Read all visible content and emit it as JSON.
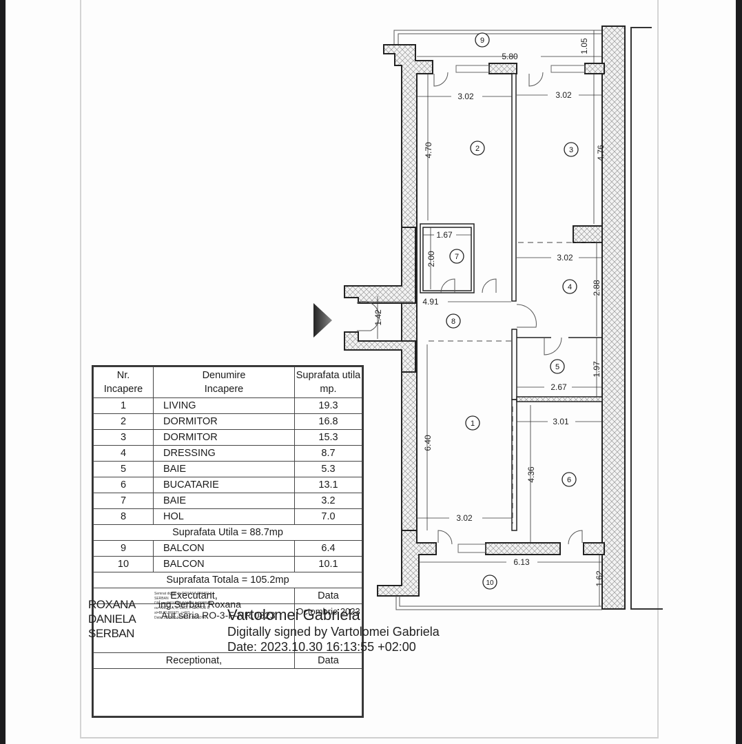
{
  "plan": {
    "rooms": [
      {
        "nr": "1",
        "label": "1"
      },
      {
        "nr": "2",
        "label": "2"
      },
      {
        "nr": "3",
        "label": "3"
      },
      {
        "nr": "4",
        "label": "4"
      },
      {
        "nr": "5",
        "label": "5"
      },
      {
        "nr": "6",
        "label": "6"
      },
      {
        "nr": "7",
        "label": "7"
      },
      {
        "nr": "8",
        "label": "8"
      },
      {
        "nr": "9",
        "label": "9"
      },
      {
        "nr": "10",
        "label": "10"
      }
    ],
    "dimensions": {
      "balcony9_width": "5.80",
      "balcony9_depth": "1.05",
      "room2_width": "3.02",
      "room2_length": "4.70",
      "room3_width": "3.02",
      "room3_length": "4.76",
      "room7_width": "1.67",
      "room7_length": "2.00",
      "room4_width": "3.02",
      "room4_length": "2.88",
      "hall_length": "4.91",
      "hall_width": "1.42",
      "room5_width": "2.67",
      "room5_length": "1.97",
      "room1_length": "6.40",
      "room1_width": "3.02",
      "room6_width": "3.01",
      "room6_length": "4.36",
      "balcony10_width": "6.13",
      "balcony10_depth": "1.62"
    },
    "entry_icon": "entry-arrow-icon"
  },
  "table": {
    "headers": {
      "nr_line1": "Nr.",
      "nr_line2": "Incapere",
      "name_line1": "Denumire",
      "name_line2": "Incapere",
      "area_line1": "Suprafata utila",
      "area_line2": "mp."
    },
    "rows": [
      {
        "nr": "1",
        "name": "LIVING",
        "area": "19.3"
      },
      {
        "nr": "2",
        "name": "DORMITOR",
        "area": "16.8"
      },
      {
        "nr": "3",
        "name": "DORMITOR",
        "area": "15.3"
      },
      {
        "nr": "4",
        "name": "DRESSING",
        "area": "8.7"
      },
      {
        "nr": "5",
        "name": "BAIE",
        "area": "5.3"
      },
      {
        "nr": "6",
        "name": "BUCATARIE",
        "area": "13.1"
      },
      {
        "nr": "7",
        "name": "BAIE",
        "area": "3.2"
      },
      {
        "nr": "8",
        "name": "HOL",
        "area": "7.0"
      }
    ],
    "usable_total": "Suprafata Utila = 88.7mp",
    "balcony_rows": [
      {
        "nr": "9",
        "name": "BALCON",
        "area": "6.4"
      },
      {
        "nr": "10",
        "name": "BALCON",
        "area": "10.1"
      }
    ],
    "grand_total": "Suprafata Totala = 105.2mp",
    "executant_label": "Executant,",
    "data_label": "Data",
    "executant_name": "ing.Serban Roxana",
    "executant_auth": "Aut.seria RO-3-F-NR.0823",
    "executant_date": "Octombrie 2023",
    "receptionat_label": "Receptionat,",
    "receptionat_data_label": "Data"
  },
  "signatures": {
    "stamp_name_lines": [
      "ROXANA",
      "DANIELA",
      "SERBAN"
    ],
    "stamp_details": [
      "Semnat digital de ROXANA DANIELA SERBAN",
      "DN: cn=ROXANA DANIELA SERBAN",
      "ou=ANCPI A, 8, 0823, l=SECTOR 6,",
      "st=BUCURESTI, c=RO",
      "Data: 2023.10.16 08:53:11 +03'00'"
    ],
    "digital_signer": "Vartolomei Gabriela",
    "digital_signed_line": "Digitally signed by Vartolomei Gabriela",
    "digital_date_line": "Date: 2023.10.30 16:13:55 +02:00"
  }
}
